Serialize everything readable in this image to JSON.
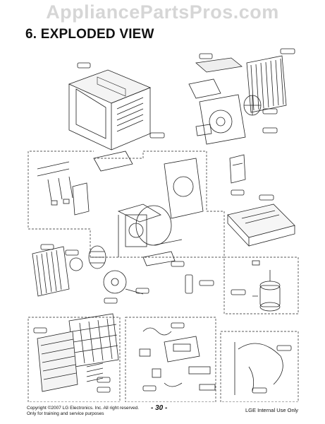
{
  "watermark": "AppliancePartsPros.com",
  "heading": "6. EXPLODED VIEW",
  "footer": {
    "copyright": "Copyright ©2007 LG Electronics. Inc. All right reserved.",
    "notice": "Only for training and service purposes",
    "page_number": "- 30 -",
    "internal": "LGE Internal Use Only"
  }
}
